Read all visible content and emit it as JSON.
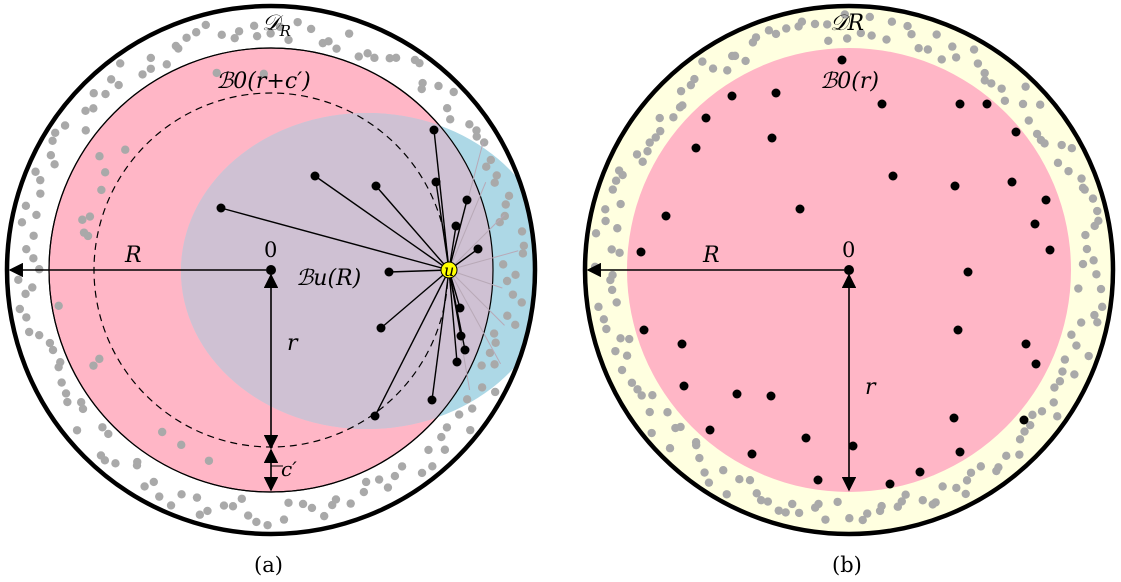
{
  "panel_a": {
    "caption": "(a)",
    "outer_disk_label": "𝒟R",
    "outer_disk_label_main": "𝒟",
    "outer_disk_label_sub": "R",
    "ball_label": "ℬ0(r+c′)",
    "ball_u_label": "ℬu(R)",
    "origin_label": "0",
    "radius_label": "R",
    "r_label": "r",
    "c_label": "c′",
    "node_label": "u"
  },
  "panel_b": {
    "caption": "(b)",
    "outer_disk_label": "𝒟R",
    "ball_label": "ℬ0(r)",
    "origin_label": "0",
    "radius_label": "R",
    "r_label": "r"
  },
  "colors": {
    "pink": "#ffb6c6",
    "blue": "#add8e6",
    "overlap": "#cfc1d3",
    "yellow": "#ffffe0",
    "gray_dot": "#a9a9a9",
    "black_dot": "#000000",
    "node_u": "#ffff00"
  }
}
